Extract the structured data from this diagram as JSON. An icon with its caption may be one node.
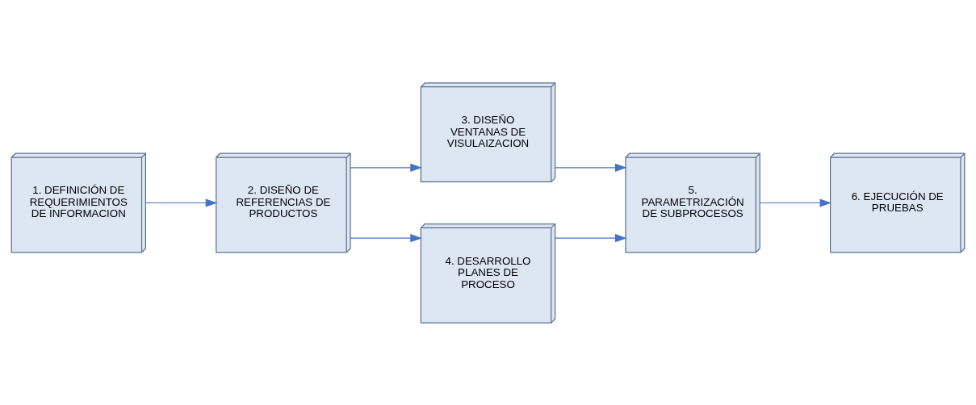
{
  "diagram": {
    "nodes": [
      {
        "text": [
          "1. DEFINICIÓN DE REQUERIMIENTOS DE INFORMACION"
        ]
      },
      {
        "text": [
          "2. DISEÑO DE REFERENCIAS DE PRODUCTOS"
        ]
      },
      {
        "text": [
          "3. DISEÑO VENTANAS DE VISULAIZACION"
        ]
      },
      {
        "text": [
          "4. DESARROLLO PLANES DE PROCESO"
        ]
      },
      {
        "text": [
          "5. PARAMETRIZACIÓN DE SUBPROCESOS"
        ]
      },
      {
        "text": [
          "6. EJECUCIÓN DE PRUEBAS"
        ]
      }
    ],
    "edges": [
      {
        "from": 0,
        "to": 1,
        "arrow": "to"
      },
      {
        "from": 1,
        "to": 2,
        "arrow": "to"
      },
      {
        "from": 1,
        "to": 3,
        "arrow": "to"
      },
      {
        "from": 2,
        "to": 4,
        "arrow": "to"
      },
      {
        "from": 3,
        "to": 4,
        "arrow": "to"
      },
      {
        "from": 4,
        "to": 5,
        "arrow": "to"
      }
    ]
  }
}
